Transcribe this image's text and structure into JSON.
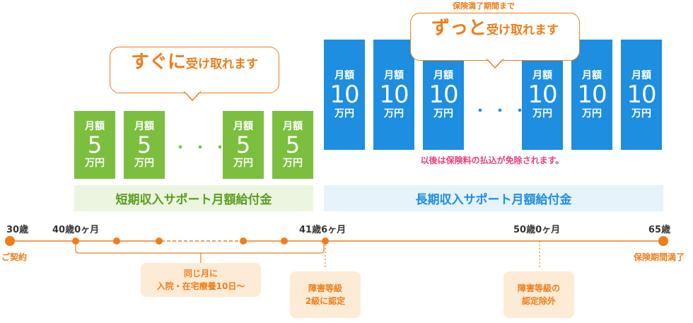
{
  "top_caption": "保険満了期間まで",
  "bubble_short": {
    "em": "すぐに",
    "rest": "受け取れます"
  },
  "bubble_long": {
    "em": "ずっと",
    "rest": "受け取れます"
  },
  "short_box": {
    "line1": "月額",
    "amount": "5",
    "unit": "万円"
  },
  "long_box": {
    "line1": "月額",
    "amount": "10",
    "unit": "万円"
  },
  "ellipsis": "・・・",
  "premium_waiver": "以後は保険料の払込が免除されます。",
  "band_short": "短期収入サポート月額給付金",
  "band_long": "長期収入サポート月額給付金",
  "ages": {
    "a30": "30歳",
    "a40": "40歳0ヶ月",
    "a41": "41歳6ヶ月",
    "a50": "50歳0ヶ月",
    "a65": "65歳"
  },
  "contract": "ご契約",
  "expiry": "保険期間満了",
  "notes": {
    "hospital": [
      "同じ月に",
      "入院・在宅療養10日〜"
    ],
    "grade2": [
      "障害等級",
      "2級に認定"
    ],
    "excluded": [
      "障害等級の",
      "認定除外"
    ]
  },
  "colors": {
    "green": "#7cbf3f",
    "blue": "#1e8ee0",
    "orange": "#ef7d1a",
    "pink": "#e9407c"
  }
}
